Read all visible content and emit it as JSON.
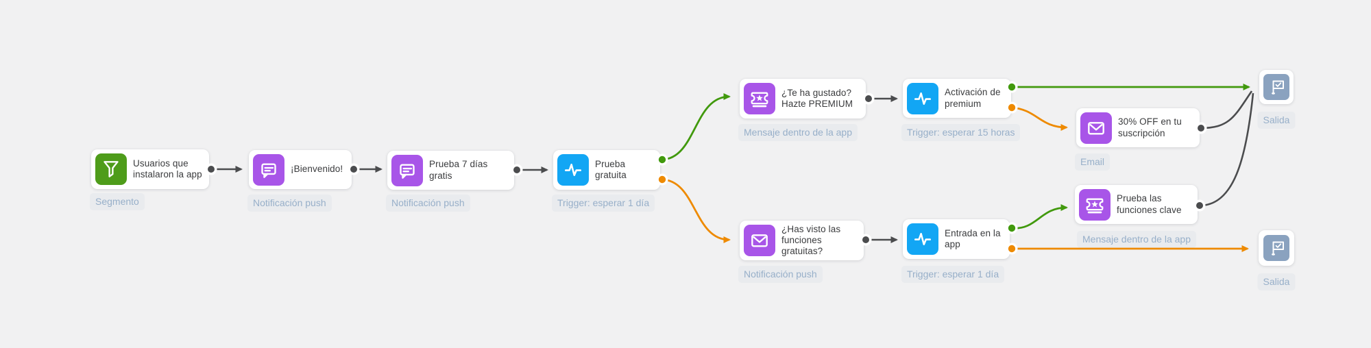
{
  "app": {
    "view": "customer-journey-flow",
    "background_color": "#f1f1f2"
  },
  "colors": {
    "segment_green": "#4e9c1a",
    "message_purple": "#a855e8",
    "trigger_blue": "#12a6f4",
    "exit_slate": "#8aa2bf",
    "edge_dark": "#4b4c4e",
    "edge_green": "#41990d",
    "edge_orange": "#ee8a00",
    "badge_bg": "#e9ebee",
    "badge_text": "#97afc9",
    "node_title_text": "#3a3b3d"
  },
  "nodes": {
    "segment": {
      "title": "Usuarios que instalaron la app",
      "type_label": "Segmento",
      "icon": "funnel-icon"
    },
    "welcome_push": {
      "title": "¡Bienvenido!",
      "type_label": "Notificación push",
      "icon": "chat-bubble-icon"
    },
    "trial_push": {
      "title": "Prueba 7 días gratis",
      "type_label": "Notificación push",
      "icon": "chat-bubble-icon"
    },
    "free_trial_trigger": {
      "title": "Prueba gratuita",
      "type_label": "Trigger: esperar 1 día",
      "icon": "pulse-icon"
    },
    "premium_inapp": {
      "title": "¿Te ha gustado? Hazte PREMIUM",
      "type_label": "Mensaje dentro de la app",
      "icon": "ticket-star-icon"
    },
    "premium_trigger": {
      "title": "Activación de premium",
      "type_label": "Trigger: esperar 15 horas",
      "icon": "pulse-icon"
    },
    "discount_email": {
      "title": "30% OFF en tu suscripción",
      "type_label": "Email",
      "icon": "envelope-icon"
    },
    "key_features_inapp": {
      "title": "Prueba las funciones clave",
      "type_label": "Mensaje dentro de la app",
      "icon": "ticket-star-icon"
    },
    "features_push": {
      "title": "¿Has visto las funciones gratuitas?",
      "type_label": "Notificación push",
      "icon": "envelope-icon"
    },
    "app_entry_trigger": {
      "title": "Entrada en la app",
      "type_label": "Trigger: esperar 1 día",
      "icon": "pulse-icon"
    },
    "exit_top": {
      "type_label": "Salida",
      "icon": "flag-check-icon"
    },
    "exit_bottom": {
      "type_label": "Salida",
      "icon": "flag-check-icon"
    }
  },
  "edges": [
    {
      "from": "segment",
      "to": "welcome_push",
      "color": "dark"
    },
    {
      "from": "welcome_push",
      "to": "trial_push",
      "color": "dark"
    },
    {
      "from": "trial_push",
      "to": "free_trial_trigger",
      "color": "dark"
    },
    {
      "from": "free_trial_trigger",
      "to": "premium_inapp",
      "color": "green"
    },
    {
      "from": "free_trial_trigger",
      "to": "features_push",
      "color": "orange"
    },
    {
      "from": "premium_inapp",
      "to": "premium_trigger",
      "color": "dark"
    },
    {
      "from": "premium_trigger",
      "to": "exit_top",
      "color": "green"
    },
    {
      "from": "premium_trigger",
      "to": "discount_email",
      "color": "orange"
    },
    {
      "from": "discount_email",
      "to": "exit_top",
      "color": "dark"
    },
    {
      "from": "key_features_inapp",
      "to": "exit_top",
      "color": "dark"
    },
    {
      "from": "features_push",
      "to": "app_entry_trigger",
      "color": "dark"
    },
    {
      "from": "app_entry_trigger",
      "to": "key_features_inapp",
      "color": "green"
    },
    {
      "from": "app_entry_trigger",
      "to": "exit_bottom",
      "color": "orange"
    }
  ]
}
